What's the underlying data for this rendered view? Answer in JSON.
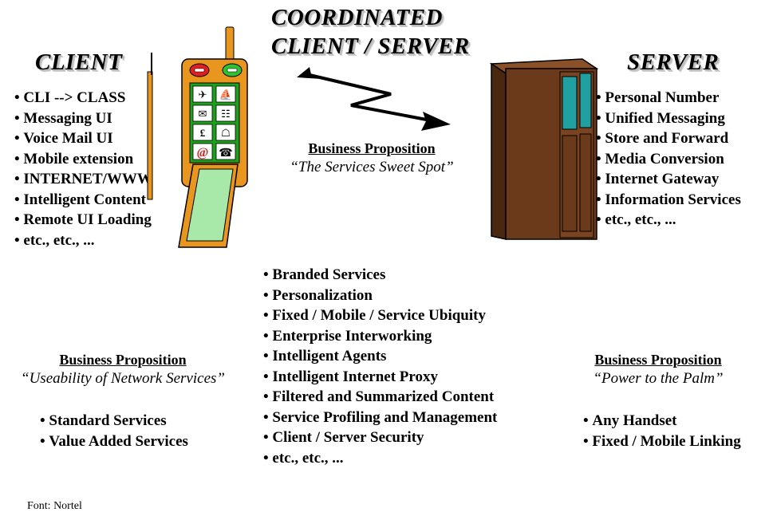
{
  "title": {
    "line1": "COORDINATED",
    "line2": "CLIENT / SERVER"
  },
  "client": {
    "heading": "CLIENT",
    "features": [
      "CLI --> CLASS",
      "Messaging UI",
      "Voice Mail UI",
      "Mobile extension",
      "INTERNET/WWW",
      "Intelligent Content",
      "Remote UI Loading",
      "etc., etc., ..."
    ],
    "proposition_title": "Business Proposition",
    "proposition_quote": "“Useability of Network Services”",
    "services": [
      "Standard Services",
      "Value Added Services"
    ]
  },
  "server": {
    "heading": "SERVER",
    "features": [
      "Personal Number",
      "Unified Messaging",
      "Store and Forward",
      "Media Conversion",
      "Internet Gateway",
      "Information Services",
      "etc., etc., ..."
    ],
    "proposition_title": "Business Proposition",
    "proposition_quote": "“Power to the Palm”",
    "services": [
      "Any Handset",
      "Fixed / Mobile Linking"
    ]
  },
  "center": {
    "proposition_title": "Business Proposition",
    "proposition_quote": "“The Services Sweet Spot”",
    "services": [
      "Branded Services",
      "Personalization",
      "Fixed / Mobile / Service Ubiquity",
      "Enterprise Interworking",
      "Intelligent Agents",
      "Intelligent Internet Proxy",
      "Filtered and Summarized Content",
      "Service Profiling and Management",
      "Client / Server Security",
      "etc., etc., ..."
    ]
  },
  "phone": {
    "key_glyphs": [
      "✈",
      "⛵",
      "✉",
      "☷",
      "£",
      "☖",
      "@",
      "☎"
    ]
  },
  "source": "Font: Nortel",
  "colors": {
    "phone_body": "#E8961E",
    "phone_keys": "#1EA01E",
    "phone_flap": "#A8E8A8",
    "red_button": "#E02020",
    "green_button": "#30C030",
    "cabinet": "#6B3A1A",
    "cabinet_glass": "#20A0A0"
  }
}
